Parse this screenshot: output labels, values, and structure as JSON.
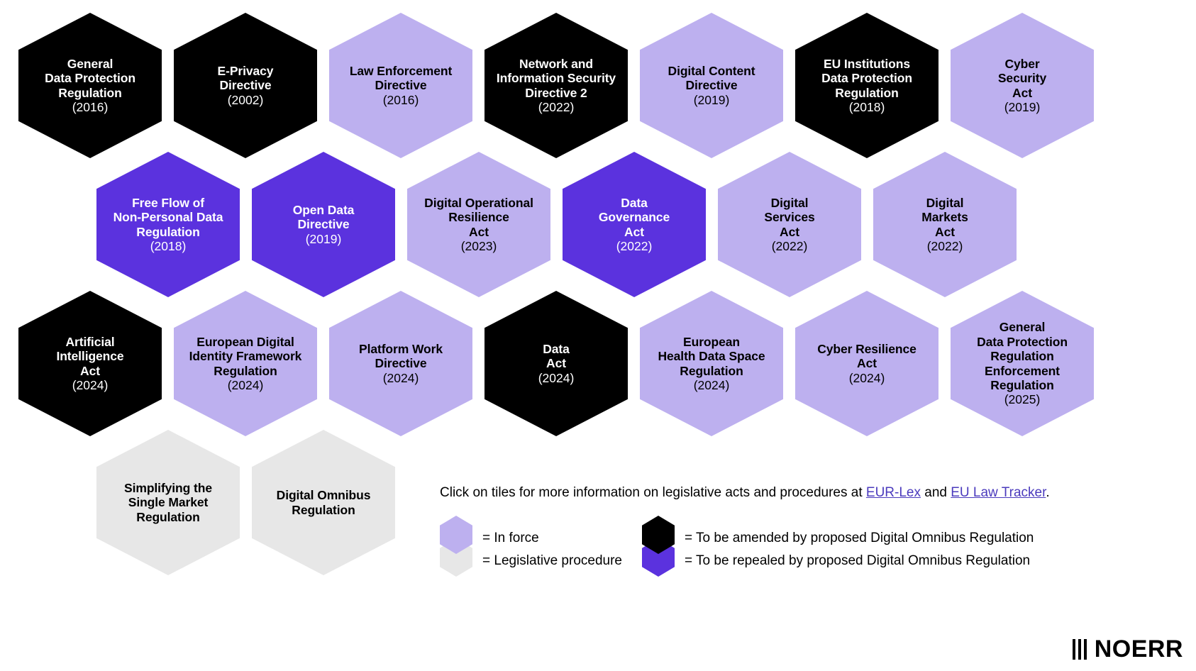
{
  "colors": {
    "in_force": "#bdb0ef",
    "to_be_amended": "#000000",
    "to_be_repealed": "#5b32de",
    "legislative_procedure": "#e7e7e7",
    "link": "#4b3bbd",
    "background": "#ffffff"
  },
  "tiles": [
    {
      "id": "gdpr",
      "title": "General\nData Protection\nRegulation",
      "year": "(2016)",
      "status": "to_be_amended",
      "row": 0,
      "col": 0
    },
    {
      "id": "e-privacy",
      "title": "E-Privacy\nDirective",
      "year": "(2002)",
      "status": "to_be_amended",
      "row": 0,
      "col": 1
    },
    {
      "id": "led",
      "title": "Law Enforcement\nDirective",
      "year": "(2016)",
      "status": "in_force",
      "row": 0,
      "col": 2
    },
    {
      "id": "nis2",
      "title": "Network and\nInformation Security\nDirective 2",
      "year": "(2022)",
      "status": "to_be_amended",
      "row": 0,
      "col": 3
    },
    {
      "id": "dcd",
      "title": "Digital Content\nDirective",
      "year": "(2019)",
      "status": "in_force",
      "row": 0,
      "col": 4
    },
    {
      "id": "eudpr",
      "title": "EU Institutions\nData Protection\nRegulation",
      "year": "(2018)",
      "status": "to_be_amended",
      "row": 0,
      "col": 5
    },
    {
      "id": "csa",
      "title": "Cyber\nSecurity\nAct",
      "year": "(2019)",
      "status": "in_force",
      "row": 0,
      "col": 6
    },
    {
      "id": "ffnpdr",
      "title": "Free Flow of\nNon-Personal Data\nRegulation",
      "year": "(2018)",
      "status": "to_be_repealed",
      "row": 1,
      "col": 0
    },
    {
      "id": "odd",
      "title": "Open Data\nDirective",
      "year": "(2019)",
      "status": "to_be_repealed",
      "row": 1,
      "col": 1
    },
    {
      "id": "dora",
      "title": "Digital Operational\nResilience\nAct",
      "year": "(2023)",
      "status": "in_force",
      "row": 1,
      "col": 2
    },
    {
      "id": "dga",
      "title": "Data\nGovernance\nAct",
      "year": "(2022)",
      "status": "to_be_repealed",
      "row": 1,
      "col": 3
    },
    {
      "id": "dsa",
      "title": "Digital\nServices\nAct",
      "year": "(2022)",
      "status": "in_force",
      "row": 1,
      "col": 4
    },
    {
      "id": "dma",
      "title": "Digital\nMarkets\nAct",
      "year": "(2022)",
      "status": "in_force",
      "row": 1,
      "col": 5
    },
    {
      "id": "aia",
      "title": "Artificial\nIntelligence\nAct",
      "year": "(2024)",
      "status": "to_be_amended",
      "row": 2,
      "col": 0
    },
    {
      "id": "edifr",
      "title": "European Digital\nIdentity Framework\nRegulation",
      "year": "(2024)",
      "status": "in_force",
      "row": 2,
      "col": 1
    },
    {
      "id": "pwd",
      "title": "Platform Work\nDirective",
      "year": "(2024)",
      "status": "in_force",
      "row": 2,
      "col": 2
    },
    {
      "id": "data-act",
      "title": "Data\nAct",
      "year": "(2024)",
      "status": "to_be_amended",
      "row": 2,
      "col": 3
    },
    {
      "id": "ehds",
      "title": "European\nHealth Data Space\nRegulation",
      "year": "(2024)",
      "status": "in_force",
      "row": 2,
      "col": 4
    },
    {
      "id": "cra",
      "title": "Cyber Resilience\nAct",
      "year": "(2024)",
      "status": "in_force",
      "row": 2,
      "col": 5
    },
    {
      "id": "gdpr-enf",
      "title": "General\nData Protection\nRegulation\nEnforcement\nRegulation",
      "year": "(2025)",
      "status": "in_force",
      "row": 2,
      "col": 6
    },
    {
      "id": "ssmr",
      "title": "Simplifying the\nSingle Market\nRegulation",
      "year": "",
      "status": "legislative_procedure",
      "row": 3,
      "col": 0
    },
    {
      "id": "dor",
      "title": "Digital Omnibus\nRegulation",
      "year": "",
      "status": "legislative_procedure",
      "row": 3,
      "col": 1
    }
  ],
  "footer": {
    "note_prefix": "Click on tiles for more information on legislative acts and procedures at ",
    "link1": "EUR-Lex",
    "note_middle": " and ",
    "link2": "EU Law Tracker",
    "note_suffix": "."
  },
  "legend": {
    "left": [
      {
        "swatch": "in_force",
        "text": "= In force"
      },
      {
        "swatch": "legislative_procedure",
        "text": "= Legislative procedure"
      }
    ],
    "right": [
      {
        "swatch": "to_be_amended",
        "text": "= To be amended by proposed Digital Omnibus Regulation"
      },
      {
        "swatch": "to_be_repealed",
        "text": "= To be repealed by proposed Digital Omnibus Regulation"
      }
    ]
  },
  "logo": {
    "name": "NOERR",
    "bars": 3
  }
}
